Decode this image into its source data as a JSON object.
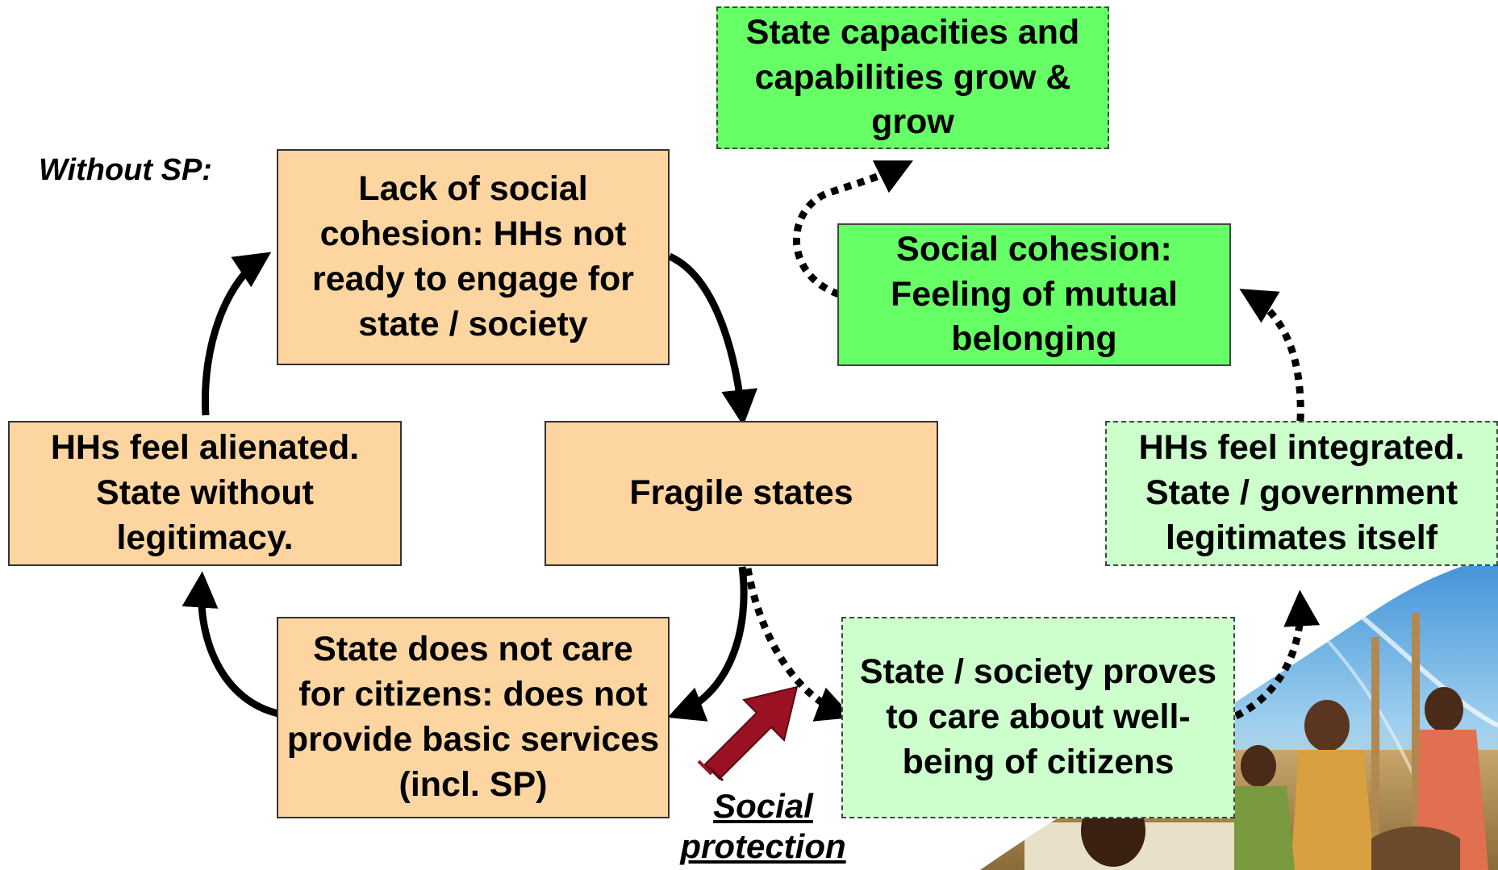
{
  "boxes": {
    "state_capacities": "State capacities and capabilities grow & grow",
    "lack_cohesion": "Lack of social cohesion: HHs not ready to engage for state / society",
    "social_cohesion": "Social cohesion: Feeling of mutual belonging",
    "alienated": "HHs feel alienated. State without legitimacy.",
    "fragile": "Fragile states",
    "integrated": "HHs feel integrated. State / government legitimates itself",
    "not_care": "State does not care for citizens: does not provide basic services (incl. SP)",
    "proves_care": "State / society proves to care about well-being of citizens"
  },
  "labels": {
    "without_sp": "Without SP:",
    "social_protection_line1": "Social",
    "social_protection_line2": "protection"
  },
  "colors": {
    "orange_box": "#fcd5a0",
    "green_box": "#66ff66",
    "light_green_box": "#ccffcc",
    "red_arrow": "#9b1124"
  }
}
